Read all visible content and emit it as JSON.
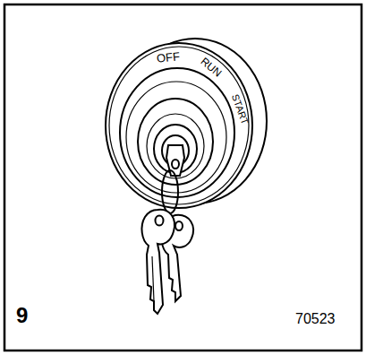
{
  "diagram": {
    "labels": [
      "OFF",
      "RUN",
      "START",
      "9",
      "70523"
    ]
  }
}
